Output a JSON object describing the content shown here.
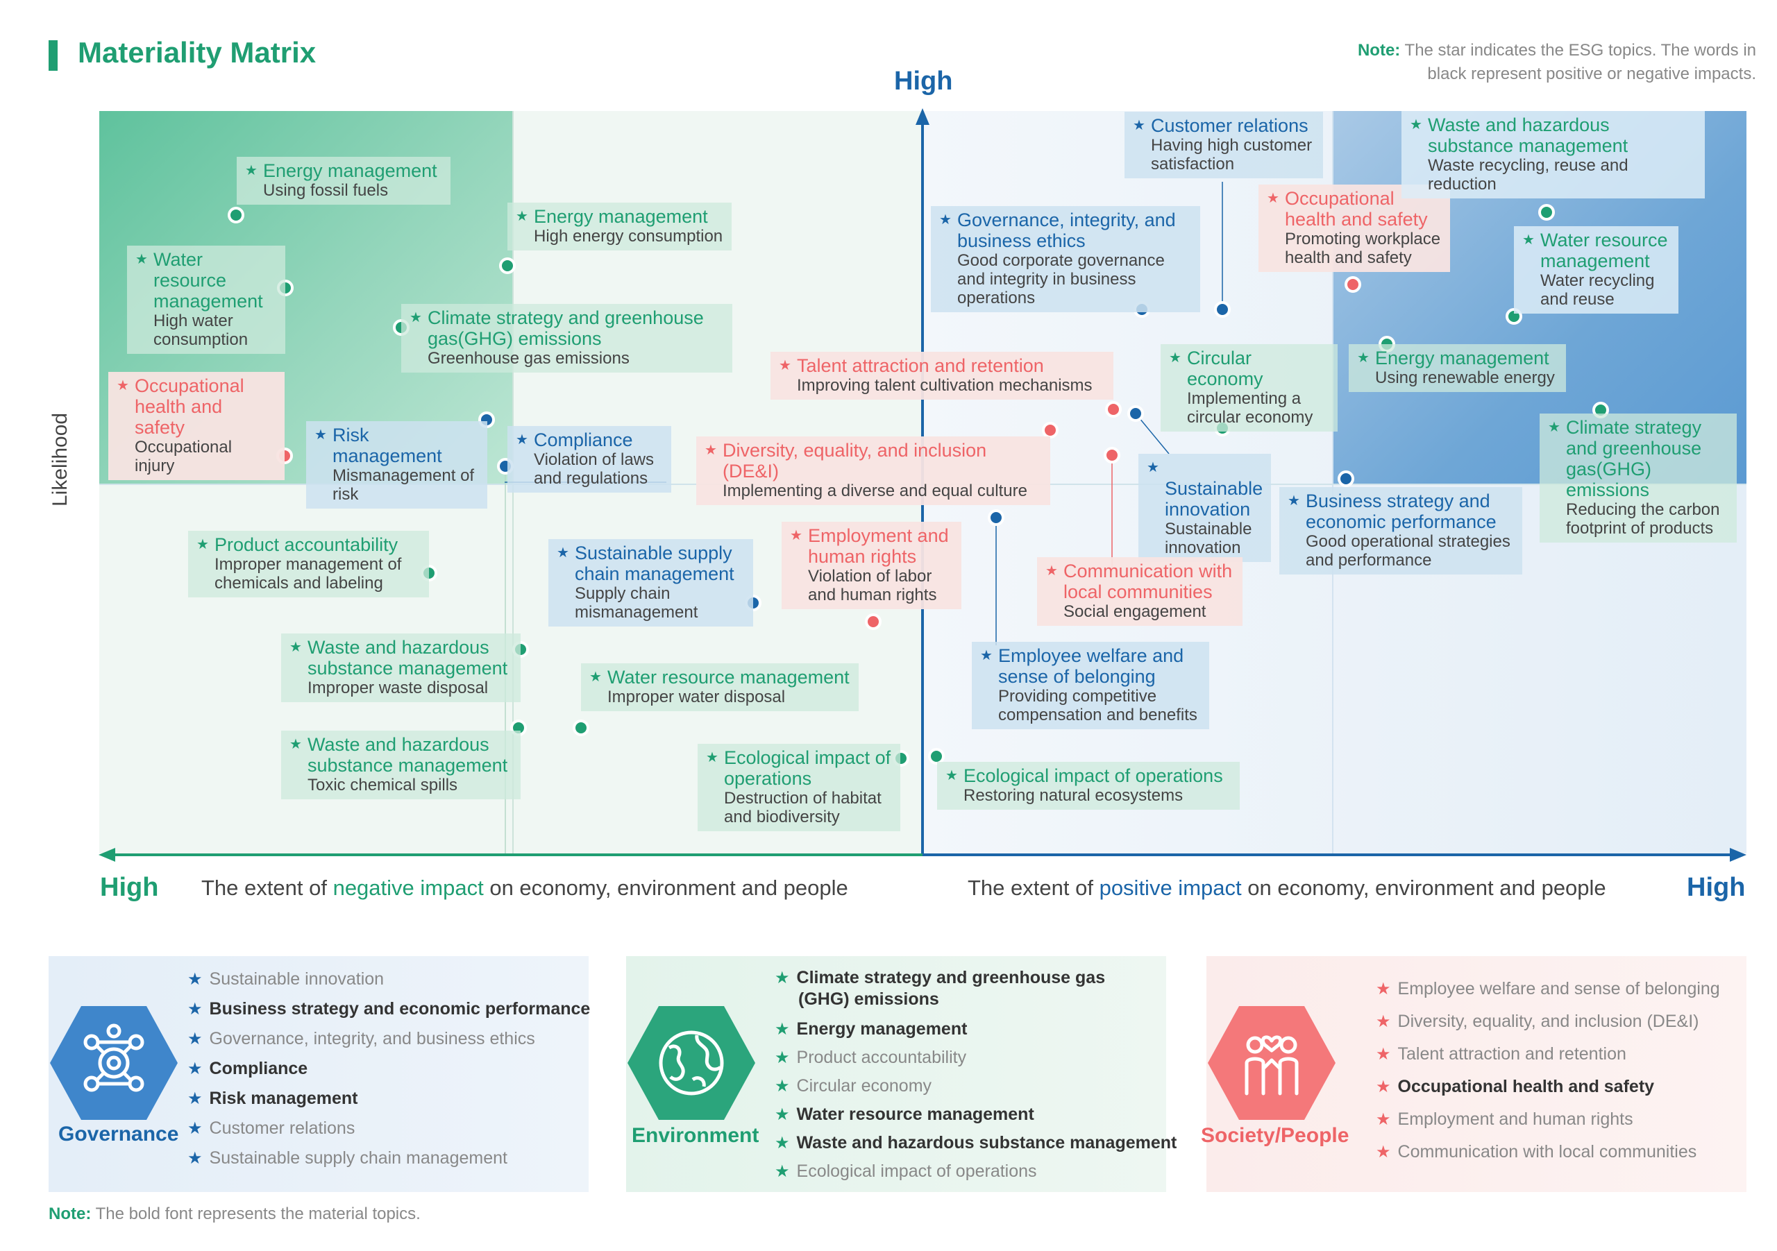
{
  "title": "Materiality Matrix",
  "note_top": {
    "prefix": "Note:",
    "text": "The star indicates the ESG topics. The words in black represent positive or negative impacts."
  },
  "note_bottom": {
    "prefix": "Note:",
    "text": "The bold font represents the material topics."
  },
  "axis": {
    "y_high": "High",
    "y_label": "Likelihood",
    "x_left_high": "High",
    "x_right_high": "High",
    "neg_label": {
      "pre": "The extent of",
      "em": "negative impact",
      "post": "on economy, environment and people"
    },
    "pos_label": {
      "pre": "The extent of",
      "em": "positive impact",
      "post": "on economy, environment and people"
    }
  },
  "topics": [
    {
      "id": "t1",
      "cat": "env",
      "title": "Energy management",
      "sub": "Using fossil fuels"
    },
    {
      "id": "t2",
      "cat": "env",
      "title": "Energy management",
      "sub": "High energy consumption"
    },
    {
      "id": "t3",
      "cat": "env",
      "title": "Water resource management",
      "sub": "High water consumption"
    },
    {
      "id": "t4",
      "cat": "env",
      "title": "Climate strategy and greenhouse gas(GHG) emissions",
      "sub": "Greenhouse gas emissions"
    },
    {
      "id": "t5",
      "cat": "soc",
      "title": "Occupational health and safety",
      "sub": "Occupational injury"
    },
    {
      "id": "t6",
      "cat": "gov",
      "title": "Risk management",
      "sub": "Mismanagement of risk"
    },
    {
      "id": "t7",
      "cat": "gov",
      "title": "Compliance",
      "sub": "Violation of laws and regulations"
    },
    {
      "id": "t8",
      "cat": "env",
      "title": "Product accountability",
      "sub": "Improper management of chemicals and labeling"
    },
    {
      "id": "t9",
      "cat": "gov",
      "title": "Sustainable supply chain management",
      "sub": "Supply chain mismanagement"
    },
    {
      "id": "t10",
      "cat": "soc",
      "title": "Employment and human rights",
      "sub": "Violation of labor and human rights"
    },
    {
      "id": "t11",
      "cat": "env",
      "title": "Waste and hazardous substance management",
      "sub": "Improper waste disposal"
    },
    {
      "id": "t12",
      "cat": "env",
      "title": "Water resource management",
      "sub": "Improper water disposal"
    },
    {
      "id": "t13",
      "cat": "env",
      "title": "Waste and hazardous substance management",
      "sub": "Toxic chemical spills"
    },
    {
      "id": "t14",
      "cat": "env",
      "title": "Ecological impact of operations",
      "sub": "Destruction of habitat and biodiversity"
    },
    {
      "id": "t15",
      "cat": "soc",
      "title": "Talent attraction and retention",
      "sub": "Improving talent cultivation mechanisms"
    },
    {
      "id": "t16",
      "cat": "soc",
      "title": "Diversity, equality, and inclusion (DE&I)",
      "sub": "Implementing a diverse and equal culture"
    },
    {
      "id": "t17",
      "cat": "gov",
      "title": "Customer relations",
      "sub": "Having high customer satisfaction"
    },
    {
      "id": "t18",
      "cat": "gov",
      "title": "Governance, integrity, and business ethics",
      "sub": "Good corporate governance and integrity in business operations"
    },
    {
      "id": "t19",
      "cat": "soc",
      "title": "Occupational health and safety",
      "sub": "Promoting workplace health and safety"
    },
    {
      "id": "t20",
      "cat": "env",
      "title": "Waste and hazardous substance management",
      "sub": "Waste recycling, reuse and reduction"
    },
    {
      "id": "t21",
      "cat": "env",
      "title": "Water resource management",
      "sub": "Water recycling and reuse"
    },
    {
      "id": "t22",
      "cat": "env",
      "title": "Circular economy",
      "sub": "Implementing a circular economy"
    },
    {
      "id": "t23",
      "cat": "env",
      "title": "Energy management",
      "sub": "Using renewable energy"
    },
    {
      "id": "t24",
      "cat": "gov",
      "title": "Sustainable innovation",
      "sub": "Sustainable innovation"
    },
    {
      "id": "t25",
      "cat": "gov",
      "title": "Business strategy and economic performance",
      "sub": "Good operational strategies and performance"
    },
    {
      "id": "t26",
      "cat": "env",
      "title": "Climate strategy and greenhouse gas(GHG) emissions",
      "sub": "Reducing the carbon footprint of products"
    },
    {
      "id": "t27",
      "cat": "soc",
      "title": "Communication with local communities",
      "sub": "Social engagement"
    },
    {
      "id": "t28",
      "cat": "gov",
      "title": "Employee welfare and sense of belonging",
      "sub": "Providing competitive compensation and benefits"
    },
    {
      "id": "t29",
      "cat": "env",
      "title": "Ecological impact of operations",
      "sub": "Restoring natural ecosystems"
    }
  ],
  "legend": {
    "governance": {
      "name": "Governance",
      "items": [
        {
          "text": "Sustainable innovation",
          "bold": false
        },
        {
          "text": "Business strategy and economic performance",
          "bold": true
        },
        {
          "text": "Governance, integrity, and business ethics",
          "bold": false
        },
        {
          "text": "Compliance",
          "bold": true
        },
        {
          "text": "Risk management",
          "bold": true
        },
        {
          "text": "Customer relations",
          "bold": false
        },
        {
          "text": "Sustainable supply chain management",
          "bold": false
        }
      ]
    },
    "environment": {
      "name": "Environment",
      "items": [
        {
          "text": "Climate strategy and greenhouse gas (GHG) emissions",
          "bold": true
        },
        {
          "text": "Energy management",
          "bold": true
        },
        {
          "text": "Product accountability",
          "bold": false
        },
        {
          "text": "Circular economy",
          "bold": false
        },
        {
          "text": "Water resource management",
          "bold": true
        },
        {
          "text": "Waste and hazardous substance management",
          "bold": true
        },
        {
          "text": "Ecological impact of operations",
          "bold": false
        }
      ]
    },
    "society": {
      "name": "Society/People",
      "items": [
        {
          "text": "Employee welfare and sense of belonging",
          "bold": false
        },
        {
          "text": "Diversity, equality, and inclusion (DE&I)",
          "bold": false
        },
        {
          "text": "Talent attraction and retention",
          "bold": false
        },
        {
          "text": "Occupational health and safety",
          "bold": true
        },
        {
          "text": "Employment and human rights",
          "bold": false
        },
        {
          "text": "Communication with local communities",
          "bold": false
        }
      ]
    }
  },
  "colors": {
    "governance": "#1b65a8",
    "environment": "#1f9e72",
    "society": "#ee6467"
  }
}
